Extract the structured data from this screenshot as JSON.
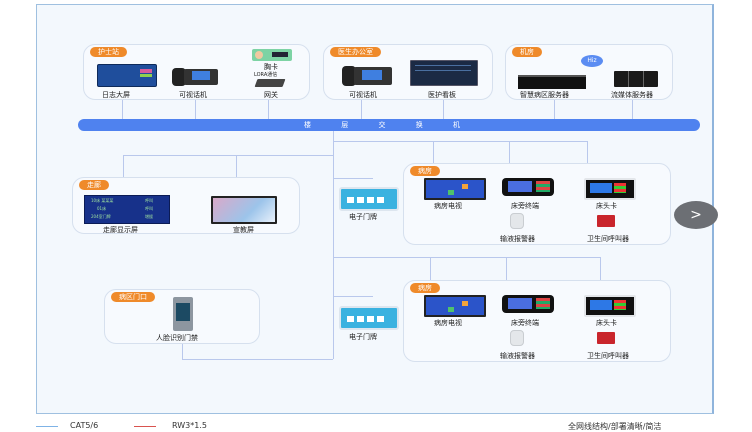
{
  "diagram": {
    "backbone_label": "楼 层 交 换 机",
    "groups": {
      "nurse_station": {
        "tag": "护士站",
        "devices": [
          {
            "icon": "display-screen-icon",
            "label": "日志大屏"
          },
          {
            "icon": "video-phone-icon",
            "label": "可视话机"
          },
          {
            "icon": "badge-card-icon",
            "label": "胸卡"
          },
          {
            "icon": "gateway-icon",
            "label": "网关"
          }
        ],
        "link_label": "LORA通信"
      },
      "doctor_office": {
        "tag": "医生办公室",
        "devices": [
          {
            "icon": "video-phone-icon",
            "label": "可视话机"
          },
          {
            "icon": "monitor-icon",
            "label": "医护看板"
          }
        ]
      },
      "server_room": {
        "tag": "机房",
        "hub_label": "Hiz",
        "devices": [
          {
            "icon": "rack-server-icon",
            "label": "智慧病区服务器"
          },
          {
            "icon": "tower-server-icon",
            "label": "流媒体服务器"
          }
        ]
      },
      "corridor": {
        "tag": "走廊",
        "devices": [
          {
            "icon": "corridor-display-icon",
            "label": "走廊显示屏"
          },
          {
            "icon": "education-screen-icon",
            "label": "宣教屏"
          }
        ],
        "corridor_screen_rows": [
          [
            "10床 某某某",
            "呼叫"
          ],
          [
            "01床",
            "呼叫"
          ],
          [
            "204室门牌",
            "增援"
          ]
        ]
      },
      "ward_entrance": {
        "tag": "病区门口",
        "devices": [
          {
            "icon": "face-recognition-door-icon",
            "label": "人脸识别门禁"
          }
        ]
      },
      "ward_1": {
        "tag": "病房",
        "door_sign": {
          "icon": "door-sign-icon",
          "label": "电子门牌"
        },
        "devices": [
          {
            "icon": "ward-tv-icon",
            "label": "病房电视"
          },
          {
            "icon": "bedside-terminal-icon",
            "label": "床旁终端"
          },
          {
            "icon": "bedhead-card-icon",
            "label": "床头卡"
          },
          {
            "icon": "infusion-alarm-icon",
            "label": "输液报警器"
          },
          {
            "icon": "bathroom-call-icon",
            "label": "卫生间呼叫器"
          }
        ]
      },
      "ward_2": {
        "tag": "病房",
        "door_sign": {
          "icon": "door-sign-icon",
          "label": "电子门牌"
        },
        "devices": [
          {
            "icon": "ward-tv-icon",
            "label": "病房电视"
          },
          {
            "icon": "bedside-terminal-icon",
            "label": "床旁终端"
          },
          {
            "icon": "bedhead-card-icon",
            "label": "床头卡"
          },
          {
            "icon": "infusion-alarm-icon",
            "label": "输液报警器"
          },
          {
            "icon": "bathroom-call-icon",
            "label": "卫生间呼叫器"
          }
        ]
      }
    }
  },
  "legend": {
    "items": [
      {
        "label": "CAT5/6",
        "color": "#7fb3e6"
      },
      {
        "label": "RW3*1.5",
        "color": "#d9534f"
      }
    ],
    "caption": "全网线结构/部署清晰/简洁"
  },
  "nav": {
    "next_label": ">"
  },
  "colors": {
    "accent": "#4f82ef",
    "tag": "#ef8a2a",
    "line": "#b9c8ec"
  }
}
